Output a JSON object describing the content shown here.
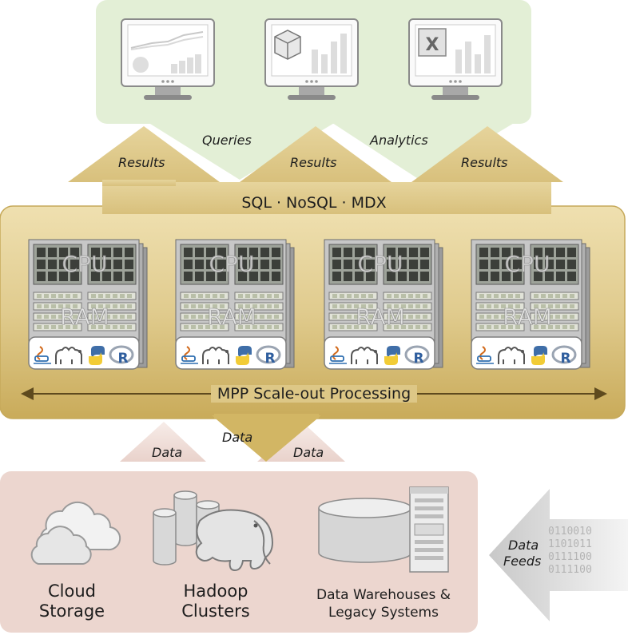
{
  "top": {
    "queries_label": "Queries",
    "analytics_label": "Analytics",
    "results_label": "Results"
  },
  "engine": {
    "languages_label": "SQL · NoSQL · MDX",
    "node_cpu_label": "CPU",
    "node_ram_label": "RAM",
    "processing_label": "MPP Scale-out Processing",
    "node_count": 4,
    "runtime_icons": [
      "java-icon",
      "perl-camel-icon",
      "python-icon",
      "r-icon"
    ],
    "excel_icon_letter": "X"
  },
  "data_flow": {
    "data_label": "Data",
    "feeds_label_1": "Data",
    "feeds_label_2": "Feeds",
    "binary_rows": [
      "0110010",
      "1101011",
      "0111100",
      "0111100"
    ]
  },
  "sources": {
    "cloud_label_1": "Cloud",
    "cloud_label_2": "Storage",
    "hadoop_label_1": "Hadoop",
    "hadoop_label_2": "Clusters",
    "dw_label_1": "Data Warehouses &",
    "dw_label_2": "Legacy Systems"
  },
  "colors": {
    "top_bg": "#e3efd6",
    "gold": "#d9c384",
    "gold_dark": "#b79a44",
    "pink_bg": "#ecd6cf",
    "gray_arrow": "#d7d7d7"
  }
}
